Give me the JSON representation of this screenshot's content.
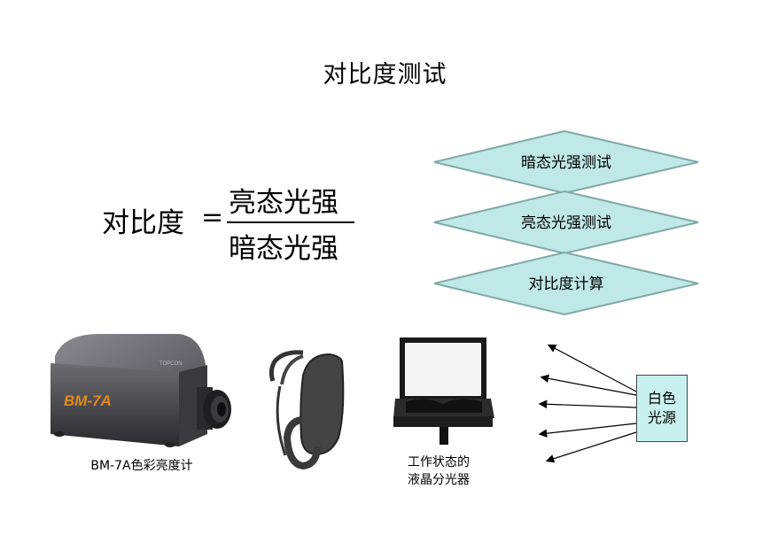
{
  "title": "对比度测试",
  "formula": {
    "lhs": "对比度",
    "equals": "=",
    "numerator": "亮态光强",
    "denominator": "暗态光强"
  },
  "steps": [
    {
      "label": "暗态光强测试"
    },
    {
      "label": "亮态光强测试"
    },
    {
      "label": "对比度计算"
    }
  ],
  "devices": {
    "meter": {
      "caption": "BM-7A色彩亮度计",
      "badge": "BM-7A",
      "brand": "TOPCON"
    },
    "glasses": {},
    "lcd": {
      "caption_line1": "工作状态的",
      "caption_line2": "液晶分光器"
    }
  },
  "light_source": {
    "line1": "白色",
    "line2": "光源"
  },
  "colors": {
    "diamond_fill": "#bfe8e6",
    "diamond_stroke": "#7fa9a7",
    "source_fill": "#c8f0ee"
  }
}
